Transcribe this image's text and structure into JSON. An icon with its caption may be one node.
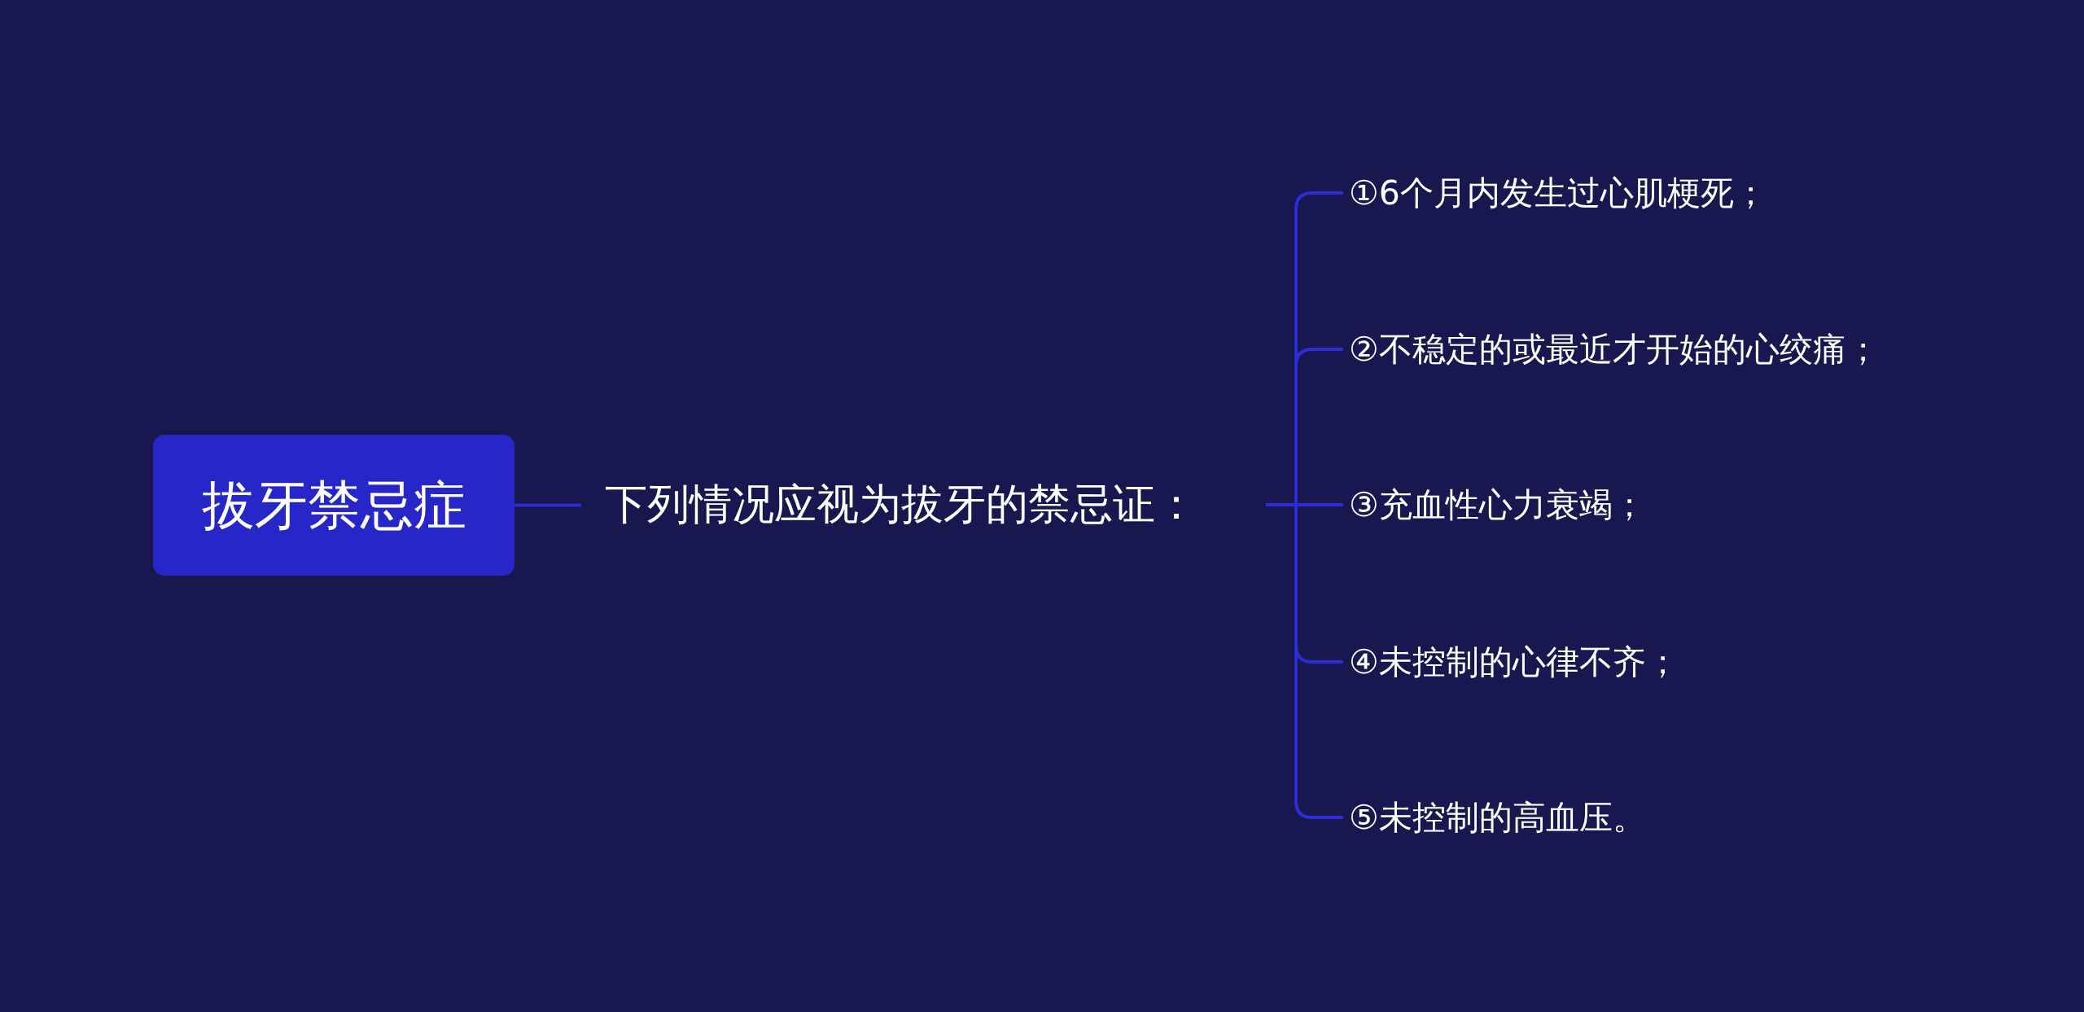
{
  "diagram": {
    "nodes": [
      {
        "text": [
          "拔牙禁忌症"
        ]
      },
      {
        "text": [
          "下列情况应视为拔牙的禁忌证："
        ]
      },
      {
        "text": [
          "①6个月内发生过心肌梗死；"
        ]
      },
      {
        "text": [
          "②不稳定的或最近才开始的心绞痛；"
        ]
      },
      {
        "text": [
          "③充血性心力衰竭；"
        ]
      },
      {
        "text": [
          "④未控制的心律不齐；"
        ]
      },
      {
        "text": [
          "⑤未控制的高血压。"
        ]
      }
    ],
    "edges": [
      {
        "from": 0,
        "to": 1,
        "arrow": "none"
      },
      {
        "from": 1,
        "to": 2,
        "arrow": "none"
      },
      {
        "from": 1,
        "to": 3,
        "arrow": "none"
      },
      {
        "from": 1,
        "to": 4,
        "arrow": "none"
      },
      {
        "from": 1,
        "to": 5,
        "arrow": "none"
      },
      {
        "from": 1,
        "to": 6,
        "arrow": "none"
      }
    ]
  }
}
